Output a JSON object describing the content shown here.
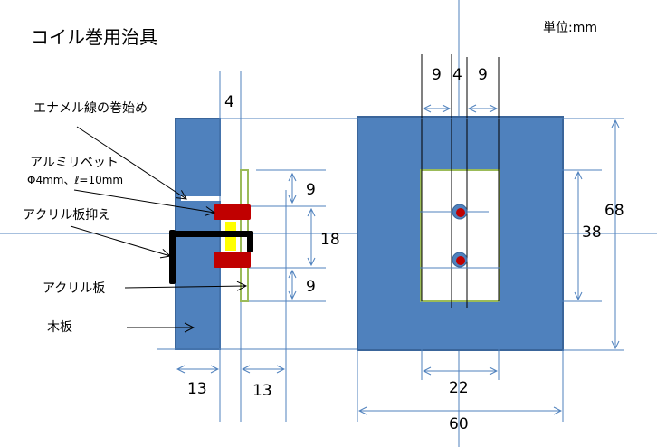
{
  "title": "コイル巻用治具",
  "unit": "単位:mm",
  "labels": {
    "enamel_start": "エナメル線の巻始め",
    "rivet": "アルミリベット",
    "rivet_spec": "Φ4mm、ℓ=10mm",
    "acrylic_holder": "アクリル板抑え",
    "acrylic_plate": "アクリル板",
    "wood_plate": "木板"
  },
  "dimensions": {
    "gap_top": "4",
    "upper_9": "9",
    "mid_18": "18",
    "lower_9": "9",
    "wood_13": "13",
    "acrylic_13": "13",
    "front_9_left": "9",
    "front_4": "4",
    "front_9_right": "9",
    "height_68": "68",
    "window_38": "38",
    "window_22": "22",
    "width_60": "60"
  },
  "colors": {
    "board": "#4F81BD",
    "rivet": "#C00000",
    "spacer": "#FFFF00",
    "acrylic": "#9BBB59",
    "dimension": "#4F81BD"
  }
}
